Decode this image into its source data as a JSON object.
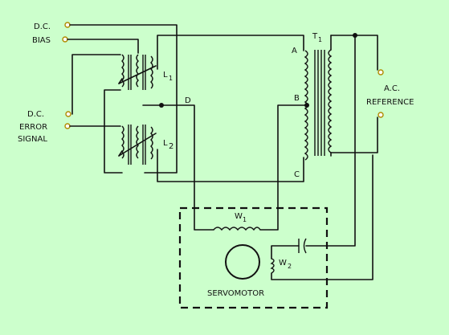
{
  "colors": {
    "background": "#ccffcc",
    "ink": "#111111",
    "terminal": "#ffffff",
    "terminal_ring": "#b08a00"
  },
  "labels": {
    "dc_bias_1": "D.C.",
    "dc_bias_2": "BIAS",
    "dc_error_1": "D.C.",
    "dc_error_2": "ERROR",
    "dc_error_3": "SIGNAL",
    "ac_ref_1": "A.C.",
    "ac_ref_2": "REFERENCE",
    "L1": "L",
    "L1_sub": "1",
    "L2": "L",
    "L2_sub": "2",
    "T1": "T",
    "T1_sub": "1",
    "D": "D",
    "A": "A",
    "B": "B",
    "C": "C",
    "W1": "W",
    "W1_sub": "1",
    "W2": "W",
    "W2_sub": "2",
    "servomotor": "SERVOMOTOR"
  },
  "icons": {
    "terminal": "terminal-icon",
    "junction": "junction-dot-icon",
    "capacitor": "capacitor-icon",
    "motor": "motor-rotor-icon"
  }
}
